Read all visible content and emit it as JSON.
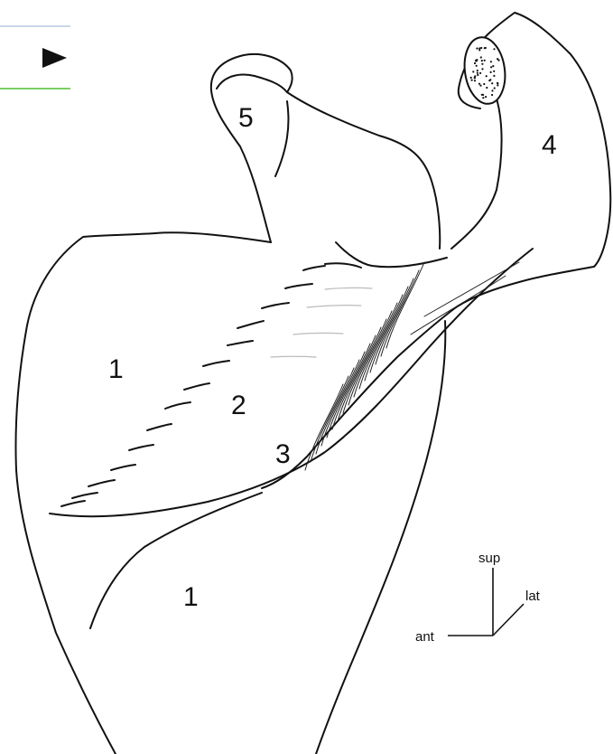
{
  "colors": {
    "ink": "#111111",
    "nav_top_rule": "#c8d6ea",
    "nav_bottom_rule": "#7ccf63",
    "background": "#ffffff"
  },
  "nav": {
    "icon": "play-arrow-icon"
  },
  "labels": {
    "region_1_upper": "1",
    "region_1_lower": "1",
    "region_2": "2",
    "region_3": "3",
    "region_4": "4",
    "region_5": "5"
  },
  "orientation": {
    "sup": "sup",
    "lat": "lat",
    "ant": "ant"
  }
}
